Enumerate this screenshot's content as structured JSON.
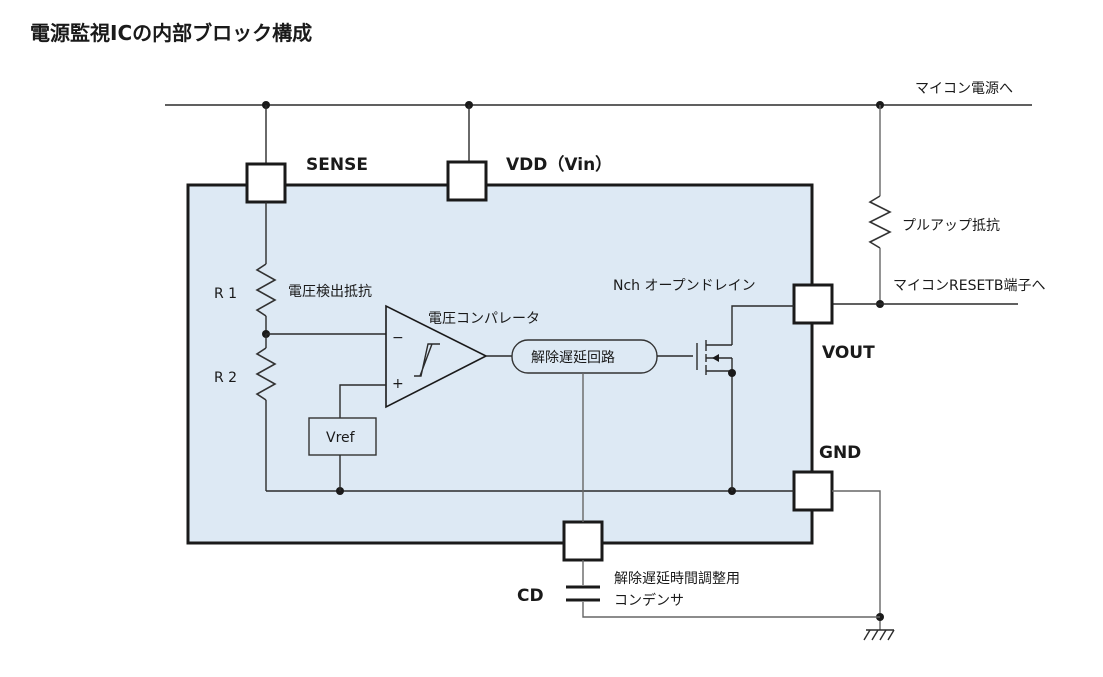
{
  "diagram": {
    "title": "電源監視ICの内部ブロック構成",
    "colors": {
      "chip_fill": "#dde9f4",
      "line": "#2b2b2b",
      "text": "#1a1a1a"
    },
    "pins": {
      "sense": "SENSE",
      "vdd": "VDD（Vin）",
      "vout": "VOUT",
      "gnd": "GND",
      "cd": "CD"
    },
    "labels": {
      "mcu_power": "マイコン電源へ",
      "pullup_resistor": "プルアップ抵抗",
      "mcu_reset": "マイコンRESETB端子へ",
      "nch_open_drain": "Nch オープンドレイン",
      "r1": "R 1",
      "r2": "R 2",
      "divider_resistor": "電圧検出抵抗",
      "comparator": "電圧コンパレータ",
      "delay_circuit": "解除遅延回路",
      "vref": "Vref",
      "comp_minus": "−",
      "comp_plus": "+",
      "cd_cap_line1": "解除遅延時間調整用",
      "cd_cap_line2": "コンデンサ"
    },
    "icons": {
      "ground": "ground-symbol-icon",
      "capacitor": "capacitor-icon",
      "resistor": "resistor-zigzag-icon",
      "hysteresis": "hysteresis-icon",
      "mosfet": "nch-mosfet-icon"
    }
  }
}
